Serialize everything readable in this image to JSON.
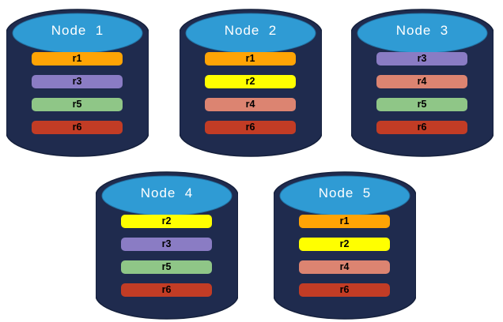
{
  "diagram": {
    "description_labels": [],
    "background": "#FFFFFF"
  },
  "colors": {
    "background": "#FFFFFF",
    "cylinder_body": "#1F2B4E",
    "cylinder_body_stroke": "#15203C",
    "cylinder_top": "#2F9BD4",
    "cylinder_top_stroke": "#2373A4",
    "node_label_color": "#FFFFFF",
    "partition_label_color": "#000000"
  },
  "partition_colors": {
    "r1": "#FFA405",
    "r2": "#FFFF00",
    "r3": "#8A7CC4",
    "r4": "#DC8471",
    "r5": "#8FC687",
    "r6": "#C23C25"
  },
  "nodes": [
    {
      "label": "Node  1",
      "partitions": [
        {
          "label": "r1",
          "color": "#FFA405"
        },
        {
          "label": "r3",
          "color": "#8A7CC4"
        },
        {
          "label": "r5",
          "color": "#8FC687"
        },
        {
          "label": "r6",
          "color": "#C23C25"
        }
      ]
    },
    {
      "label": "Node  2",
      "partitions": [
        {
          "label": "r1",
          "color": "#FFA405"
        },
        {
          "label": "r2",
          "color": "#FFFF00"
        },
        {
          "label": "r4",
          "color": "#DC8471"
        },
        {
          "label": "r6",
          "color": "#C23C25"
        }
      ]
    },
    {
      "label": "Node  3",
      "partitions": [
        {
          "label": "r3",
          "color": "#8A7CC4"
        },
        {
          "label": "r4",
          "color": "#DC8471"
        },
        {
          "label": "r5",
          "color": "#8FC687"
        },
        {
          "label": "r6",
          "color": "#C23C25"
        }
      ]
    },
    {
      "label": "Node  4",
      "partitions": [
        {
          "label": "r2",
          "color": "#FFFF00"
        },
        {
          "label": "r3",
          "color": "#8A7CC4"
        },
        {
          "label": "r5",
          "color": "#8FC687"
        },
        {
          "label": "r6",
          "color": "#C23C25"
        }
      ]
    },
    {
      "label": "Node  5",
      "partitions": [
        {
          "label": "r1",
          "color": "#FFA405"
        },
        {
          "label": "r2",
          "color": "#FFFF00"
        },
        {
          "label": "r4",
          "color": "#DC8471"
        },
        {
          "label": "r6",
          "color": "#C23C25"
        }
      ]
    }
  ]
}
